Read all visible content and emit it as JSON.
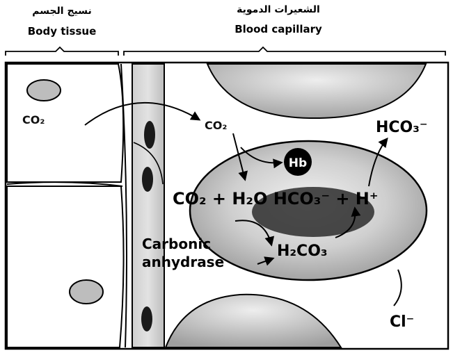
{
  "headers": {
    "tissue_ar": "نسيج الجسم",
    "tissue_en": "Body tissue",
    "capillary_ar": "الشعيرات الدموية",
    "capillary_en": "Blood capillary"
  },
  "labels": {
    "co2_tissue": "CO₂",
    "co2_plasma": "CO₂",
    "hb": "Hb",
    "hco3_out": "HCO₃⁻",
    "equation": "CO₂ + H₂O   HCO₃⁻ + H⁺",
    "carbonic_acid": "H₂CO₃",
    "enzyme_line1": "Carbonic",
    "enzyme_line2": "anhydrase",
    "chloride": "Cl⁻"
  },
  "colors": {
    "ink": "#000000",
    "cell_fill": "#d9d9d9",
    "nucleus_fill": "#bdbdbd",
    "membrane": "#8c8c8c"
  }
}
